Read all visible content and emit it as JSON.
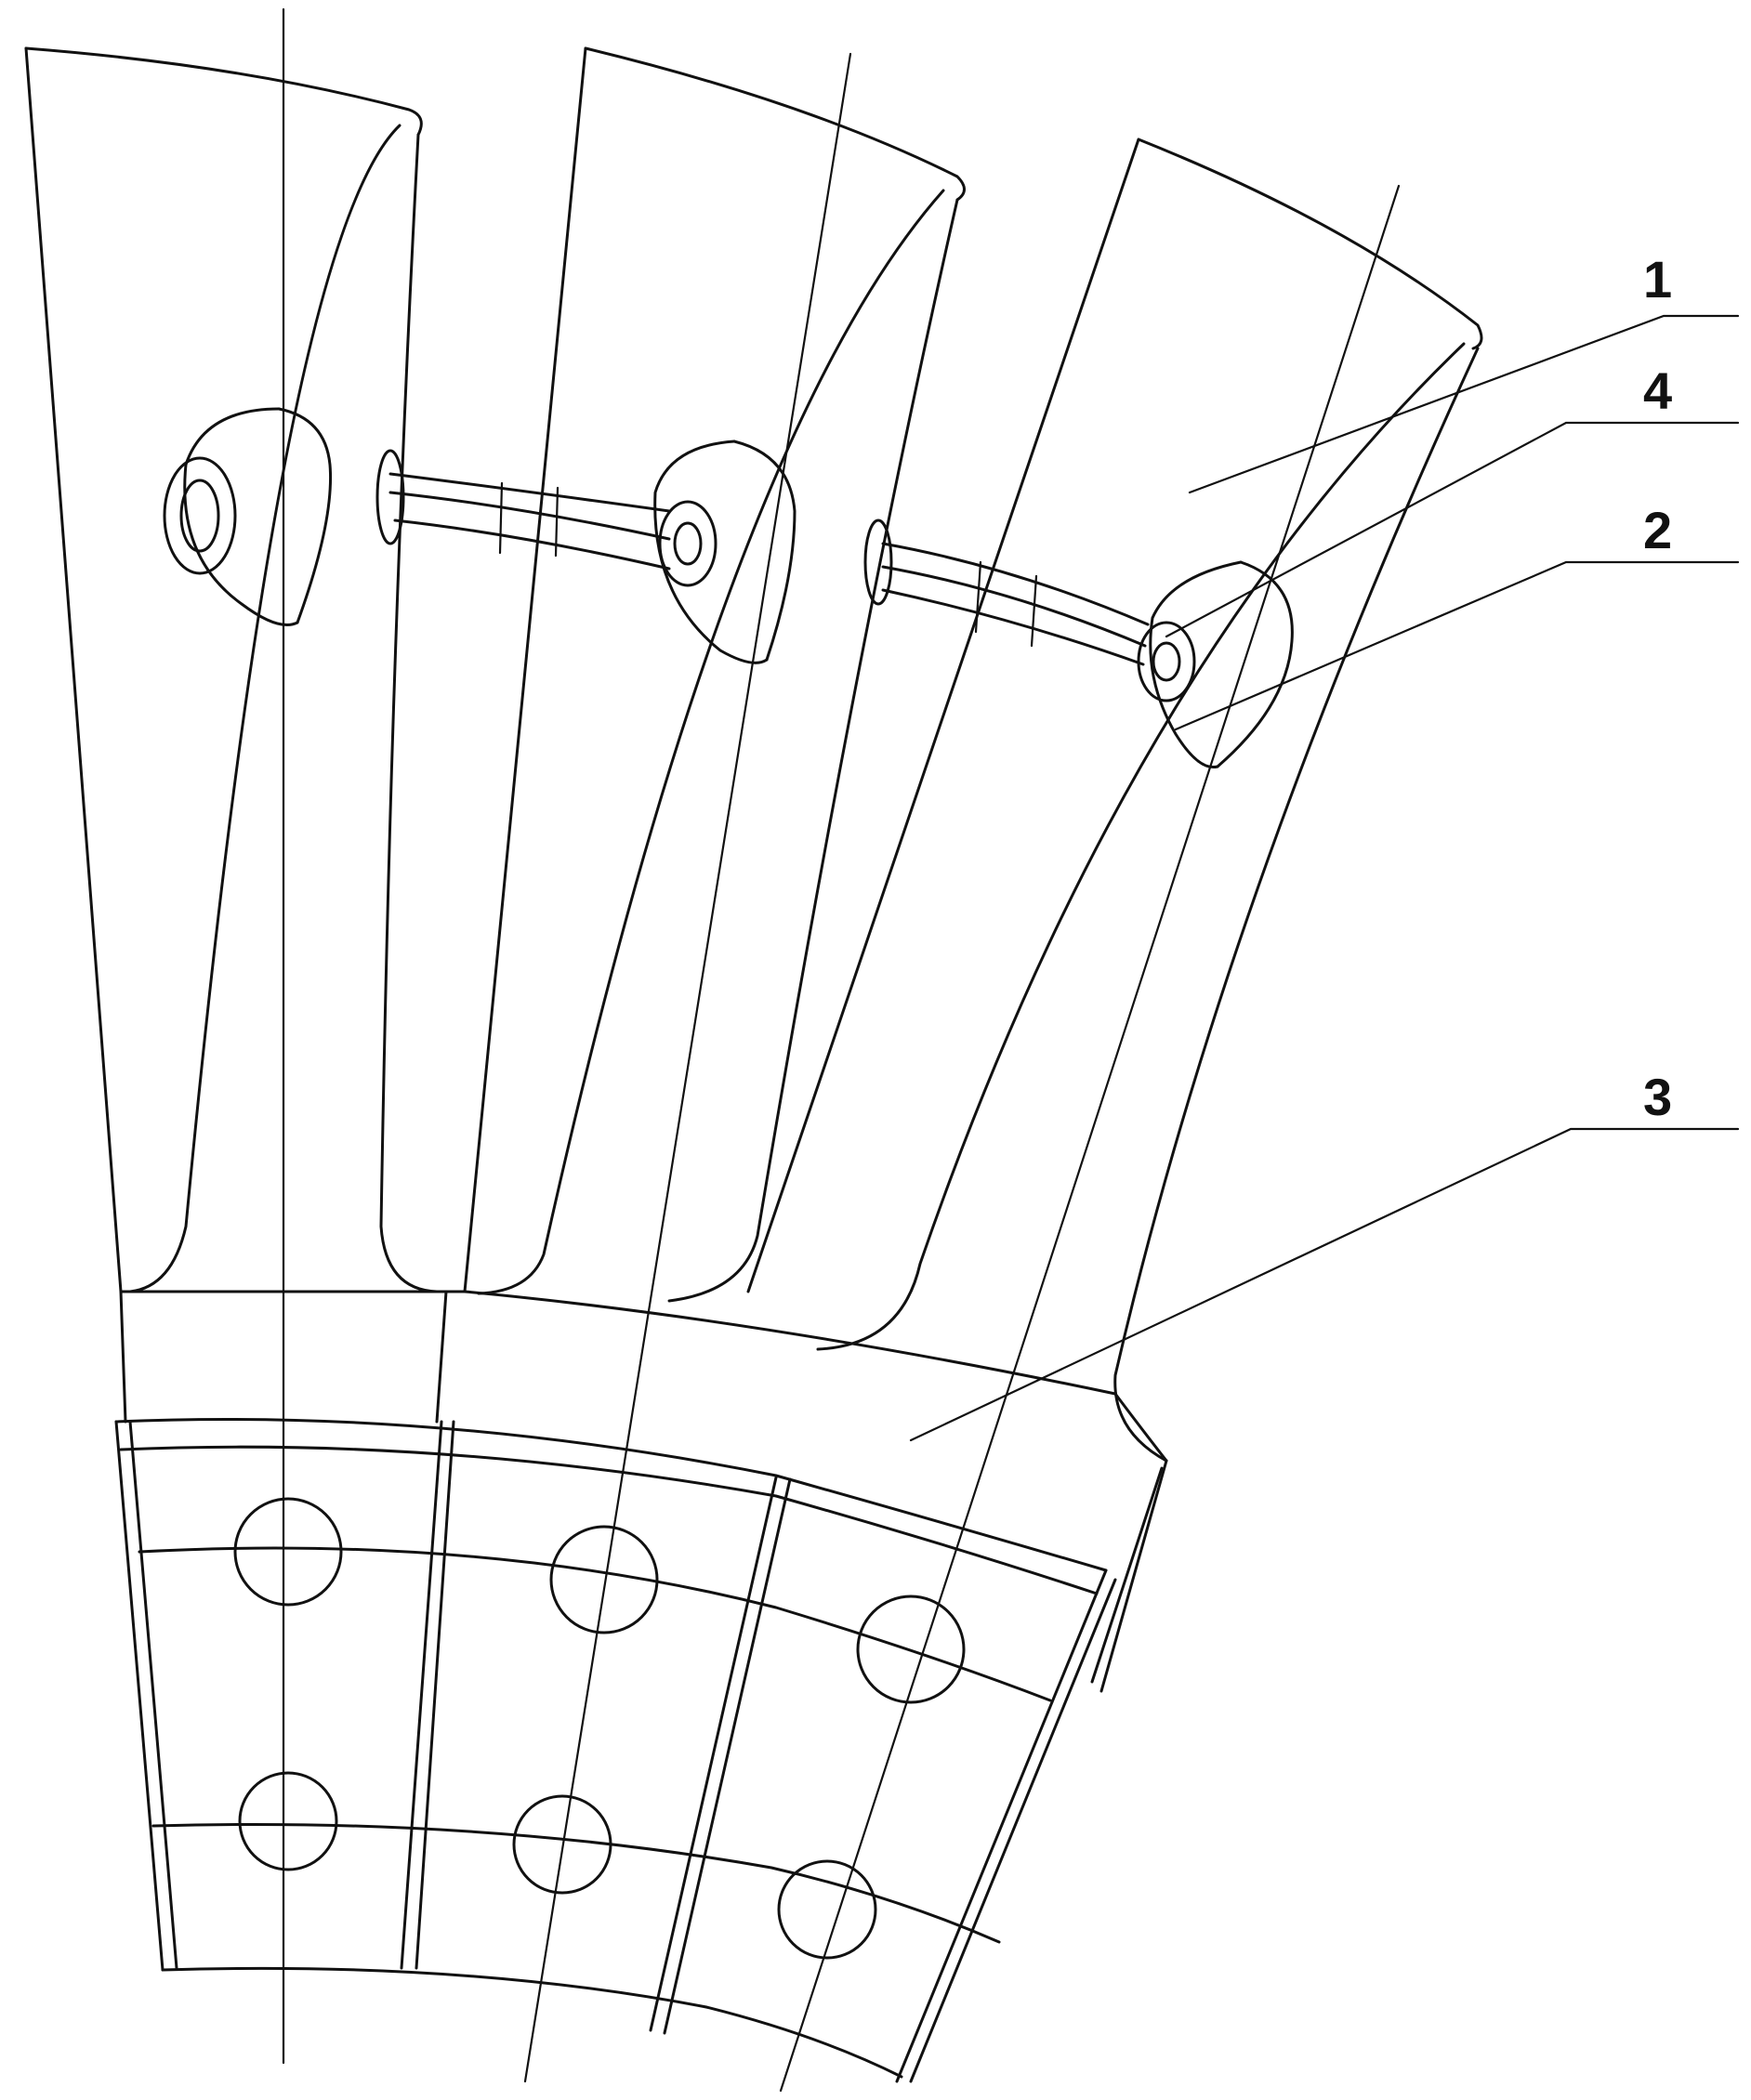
{
  "figure": {
    "stroke_color": "#111111",
    "background_color": "#ffffff",
    "callouts": [
      {
        "id": "1",
        "label": "1"
      },
      {
        "id": "4",
        "label": "4"
      },
      {
        "id": "2",
        "label": "2"
      },
      {
        "id": "3",
        "label": "3"
      }
    ]
  }
}
